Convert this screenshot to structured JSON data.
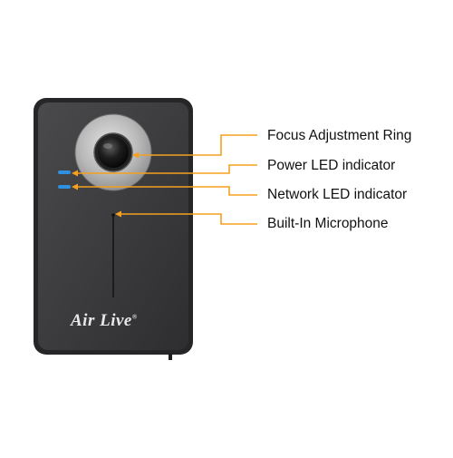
{
  "diagram": {
    "callouts": [
      {
        "label": "Focus Adjustment Ring"
      },
      {
        "label": "Power LED indicator"
      },
      {
        "label": "Network LED indicator"
      },
      {
        "label": "Built-In Microphone"
      }
    ],
    "brand_logo_text": "Air Live",
    "colors": {
      "leader_line": "#f5a021",
      "device_body": "#3b3b3d",
      "led": "#2f8fe0",
      "label_text": "#111111"
    }
  }
}
